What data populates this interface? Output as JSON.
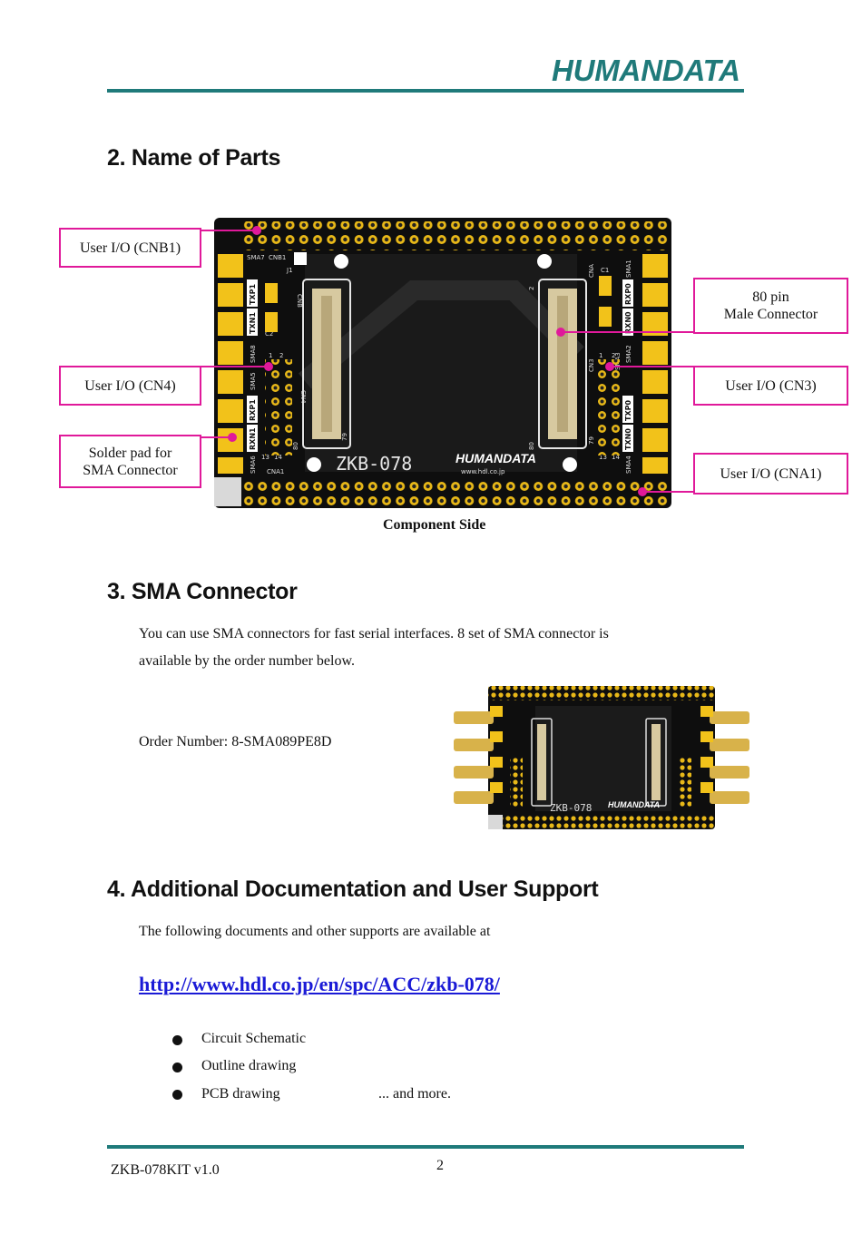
{
  "header": {
    "logo_text": "HUMANDATA"
  },
  "sections": {
    "s2": {
      "title": "2. Name of Parts"
    },
    "s3": {
      "title": "3. SMA Connector",
      "text_line1": "You can use SMA connectors for fast serial interfaces. 8 set of SMA connector is",
      "text_line2": "available by the order number below.",
      "order": "Order Number: 8-SMA089PE8D"
    },
    "s4": {
      "title": "4. Additional Documentation and User Support",
      "text": "The following documents and other supports are available at",
      "url": "http://www.hdl.co.jp/en/spc/ACC/zkb-078/",
      "bullets": [
        "Circuit Schematic",
        "Outline drawing",
        "PCB drawing"
      ],
      "more": "... and more."
    }
  },
  "figure": {
    "caption": "Component Side",
    "callouts": {
      "cnb1": "User I/O (CNB1)",
      "cn4": "User I/O (CN4)",
      "solder_1": "Solder pad for",
      "solder_2": "SMA Connector",
      "male_1": "80 pin",
      "male_2": "Male Connector",
      "cn3": "User I/O (CN3)",
      "cna1": "User I/O (CNA1)"
    },
    "board_text": {
      "model": "ZKB-078",
      "brand": "HUMANDATA",
      "site": "www.hdl.co.jp",
      "sma7": "SMA7",
      "cnb1": "CNB1",
      "j1": "J1",
      "c1": "C1",
      "c2": "C2",
      "cnb": "CNB",
      "txp1": "TXP1",
      "txn1": "TXN1",
      "sma8": "SMA8",
      "sma5": "SMA5",
      "rxp1": "RXP1",
      "rxn1": "RXN1",
      "sma6": "SMA6",
      "cna1": "CNA1",
      "cn4": "CN4",
      "cn3": "CN3",
      "cna": "CNA",
      "sma1": "SMA1",
      "rxp0": "RXP0",
      "rxn0": "RXN0",
      "sma2": "SMA2",
      "sma3": "SMA3",
      "txp0": "TXP0",
      "txn0": "TXN0",
      "sma4": "SMA4",
      "p1": "1",
      "p2": "2",
      "p13": "13",
      "p14": "14",
      "p79": "79",
      "p80": "80"
    }
  },
  "footer": {
    "doc": "ZKB-078KIT v1.0",
    "page": "2"
  },
  "colors": {
    "rule": "#1f7a7a",
    "callout": "#e0199a",
    "link": "#1a1ad6",
    "pcb": "#101010",
    "pad": "#f2c21a"
  }
}
